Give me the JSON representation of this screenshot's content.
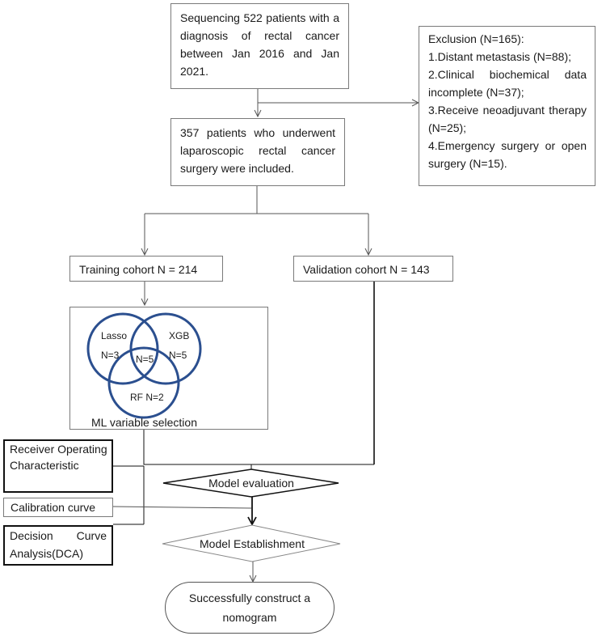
{
  "boxes": {
    "sequencing": "Sequencing 522 patients with a diagnosis of rectal cancer between Jan 2016 and Jan 2021.",
    "exclusion": {
      "title": "Exclusion (N=165):",
      "items": [
        "1.Distant metastasis (N=88);",
        "2.Clinical biochemical data incomplete (N=37);",
        "3.Receive neoadjuvant therapy (N=25);",
        "4.Emergency surgery or open surgery (N=15)."
      ]
    },
    "included": "357 patients who underwent laparoscopic rectal cancer surgery were included.",
    "training": "Training cohort N = 214",
    "validation": "Validation cohort N = 143",
    "ml_selection": {
      "caption": "ML variable selection",
      "lasso": "Lasso",
      "lasso_n": "N=3",
      "xgb": "XGB",
      "xgb_n": "N=5",
      "intersection_n": "N=5",
      "rf": "RF N=2",
      "circle_color": "#2b4f8f"
    },
    "roc": "Receiver Operating Characteristic",
    "calibration": "Calibration curve",
    "dca": "Decision Curve Analysis(DCA)",
    "model_evaluation": "Model evaluation",
    "model_establishment": "Model Establishment",
    "nomogram": "Successfully construct a nomogram"
  }
}
